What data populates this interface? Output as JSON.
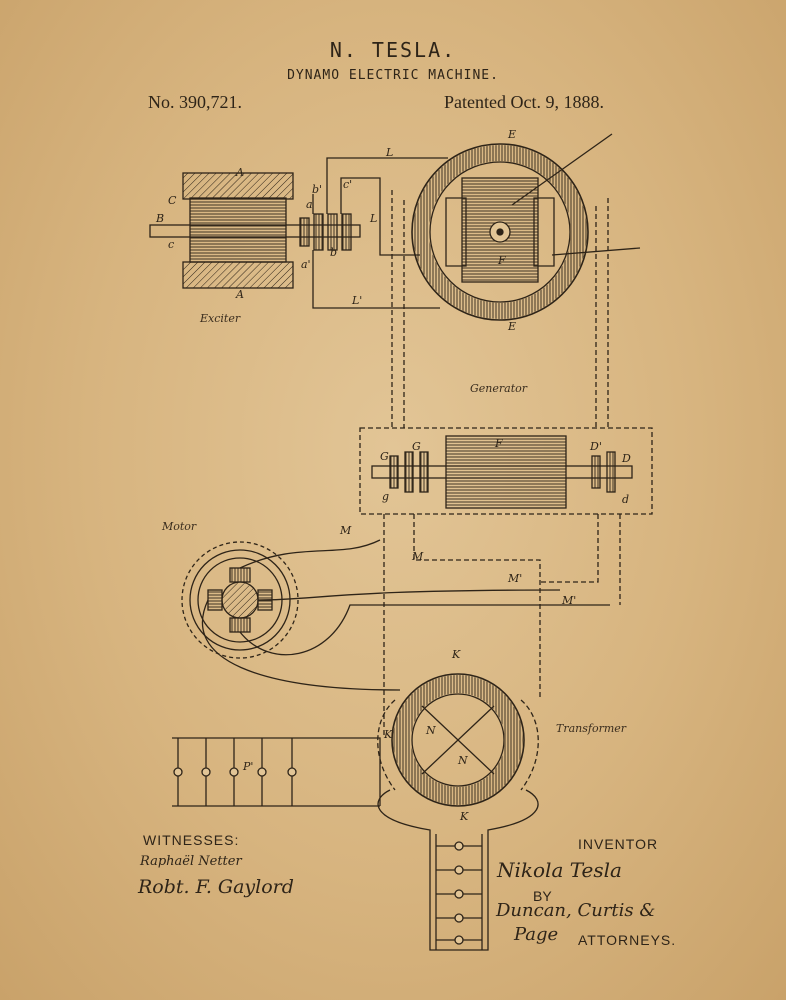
{
  "header": {
    "inventor": "N. TESLA.",
    "title": "DYNAMO ELECTRIC MACHINE.",
    "number": "No. 390,721.",
    "date": "Patented Oct. 9, 1888."
  },
  "figure_labels": {
    "exciter": "Exciter",
    "generator": "Generator",
    "motor": "Motor",
    "transformer": "Transformer"
  },
  "reference_letters": {
    "A": "A",
    "B": "B",
    "C": "C",
    "c": "c",
    "c1": "c'",
    "b": "b",
    "b1": "b'",
    "a": "a",
    "a1": "a'",
    "L": "L",
    "L1": "L'",
    "E": "E",
    "F": "F",
    "D": "D",
    "D1": "D'",
    "G": "G",
    "g": "g",
    "d": "d",
    "M": "M",
    "M1": "M'",
    "K": "K",
    "N": "N",
    "P1": "P'"
  },
  "footer": {
    "witnesses_label": "WITNESSES:",
    "witness_1": "Raphaël Netter",
    "witness_2": "Robt. F. Gaylord",
    "inventor_label": "INVENTOR",
    "inventor_signature": "Nikola Tesla",
    "by_label": "BY",
    "attorney_signature_1": "Duncan, Curtis &",
    "attorney_signature_2": "Page",
    "attorneys_label": "ATTORNEYS."
  },
  "colors": {
    "paper": "#d9b98a",
    "ink": "#2e2418"
  }
}
